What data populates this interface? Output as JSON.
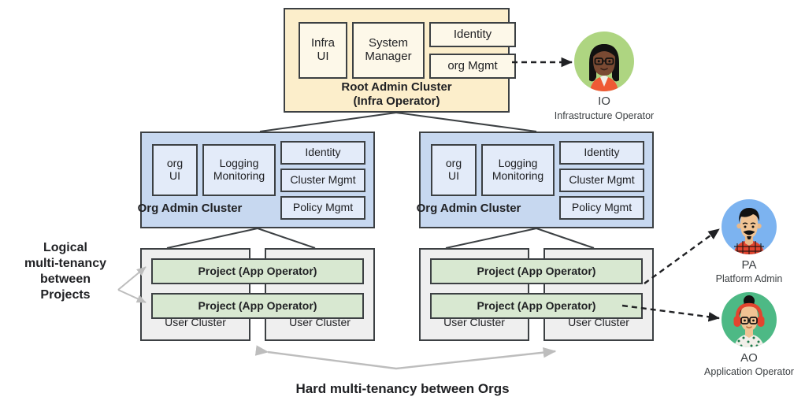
{
  "diagram": {
    "root_cluster": {
      "caption_line1": "Root Admin Cluster",
      "caption_line2": "(Infra Operator)",
      "components": [
        {
          "label_line1": "Infra",
          "label_line2": "UI"
        },
        {
          "label_line1": "System",
          "label_line2": "Manager"
        },
        {
          "label_line1": "Identity",
          "label_line2": ""
        },
        {
          "label_line1": "org Mgmt",
          "label_line2": ""
        }
      ],
      "fill": "#fceecb",
      "inner_fill": "#fdf8e9"
    },
    "org_clusters": [
      {
        "caption": "Org Admin Cluster",
        "components": [
          {
            "label_line1": "org",
            "label_line2": "UI"
          },
          {
            "label_line1": "Logging",
            "label_line2": "Monitoring"
          },
          {
            "label_line1": "Identity",
            "label_line2": ""
          },
          {
            "label_line1": "Cluster Mgmt",
            "label_line2": ""
          },
          {
            "label_line1": "Policy Mgmt",
            "label_line2": ""
          }
        ],
        "projects": [
          "Project (App Operator)",
          "Project (App Operator)"
        ],
        "user_clusters": [
          "User Cluster",
          "User Cluster"
        ],
        "fill": "#c7d8f0",
        "inner_fill": "#e3ebf9"
      },
      {
        "caption": "Org Admin Cluster",
        "components": [
          {
            "label_line1": "org",
            "label_line2": "UI"
          },
          {
            "label_line1": "Logging",
            "label_line2": "Monitoring"
          },
          {
            "label_line1": "Identity",
            "label_line2": ""
          },
          {
            "label_line1": "Cluster Mgmt",
            "label_line2": ""
          },
          {
            "label_line1": "Policy Mgmt",
            "label_line2": ""
          }
        ],
        "projects": [
          "Project (App Operator)",
          "Project  (App Operator)"
        ],
        "user_clusters": [
          "User Cluster",
          "User Cluster"
        ],
        "fill": "#c7d8f0",
        "inner_fill": "#e3ebf9"
      }
    ],
    "project_fill": "#d8e8d1",
    "user_cluster_fill": "#efefef",
    "personas": [
      {
        "abbr": "IO",
        "title": "Infrastructure Operator",
        "circle_color": "#aed581",
        "icon": "woman-glasses-avatar-icon"
      },
      {
        "abbr": "PA",
        "title": "Platform Admin",
        "circle_color": "#7cb3f0",
        "icon": "man-mustache-avatar-icon"
      },
      {
        "abbr": "AO",
        "title": "Application Operator",
        "circle_color": "#4db985",
        "icon": "woman-headphones-avatar-icon"
      }
    ],
    "annotations": {
      "left_note": "Logical\nmulti-tenancy\nbetween\nProjects",
      "left_note_lines": [
        "Logical",
        "multi-tenancy",
        "between",
        "Projects"
      ],
      "bottom_note": "Hard multi-tenancy between Orgs"
    },
    "colors": {
      "stroke": "#3c4043",
      "connector": "#3c4043",
      "soft_arrow": "#bdbdbd",
      "dashed_arrow": "#202124",
      "background": "#ffffff"
    }
  }
}
